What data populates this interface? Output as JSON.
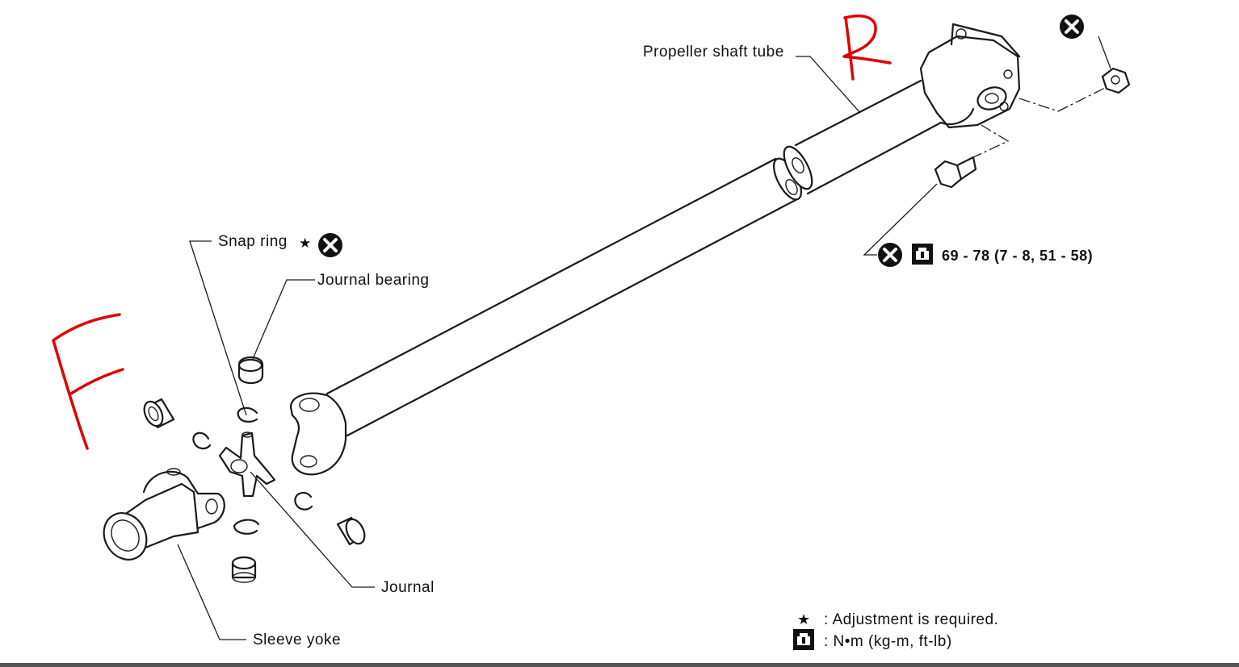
{
  "labels": {
    "propeller_shaft_tube": "Propeller shaft tube",
    "snap_ring": "Snap ring",
    "journal_bearing": "Journal bearing",
    "journal": "Journal",
    "sleeve_yoke": "Sleeve yoke",
    "torque_spec": "69 - 78 (7 - 8, 51 - 58)"
  },
  "markers": {
    "front": "F",
    "rear": "R",
    "marker_color": "#e00000"
  },
  "legend": {
    "star_text": ": Adjustment is required.",
    "torque_text": ": N•m (kg-m, ft-lb)"
  },
  "icons": [
    "do-not-reuse-icon",
    "torque-wrench-icon",
    "star-icon"
  ]
}
